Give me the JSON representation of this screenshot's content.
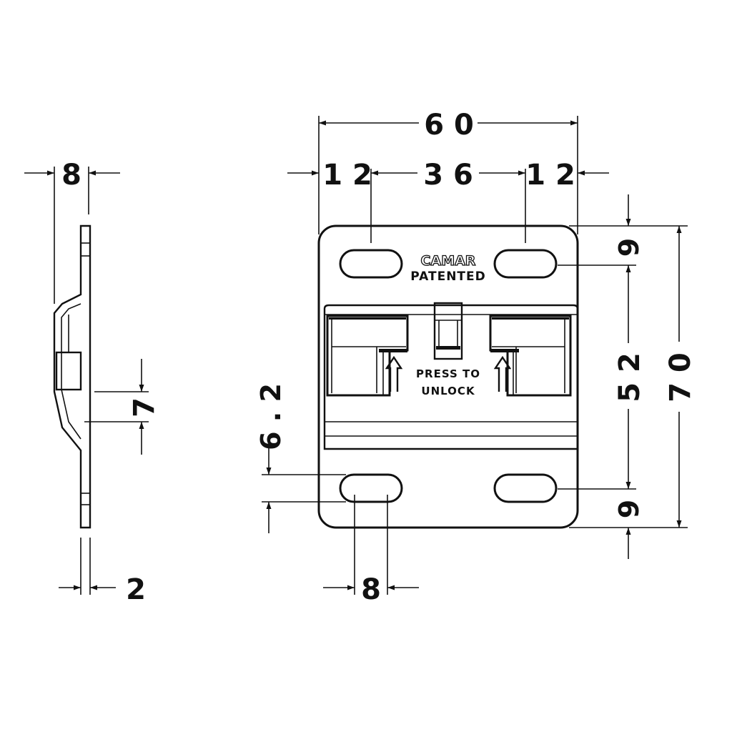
{
  "dimensions": {
    "overall_width": "6 0",
    "left_offset": "1 2",
    "center_span": "3 6",
    "right_offset": "1 2",
    "side_depth": "8",
    "side_thickness": "2",
    "side_step": "7",
    "slot_width": "8",
    "slot_height": "6 . 2",
    "top_margin": "9",
    "hole_spacing": "5 2",
    "bottom_margin": "9",
    "overall_height": "7 0"
  },
  "plate_labels": {
    "brand": "CAMAR",
    "patent": "PATENTED",
    "instruction_line1": "PRESS TO",
    "instruction_line2": "UNLOCK"
  },
  "colors": {
    "ink": "#111111",
    "paper": "#ffffff"
  }
}
